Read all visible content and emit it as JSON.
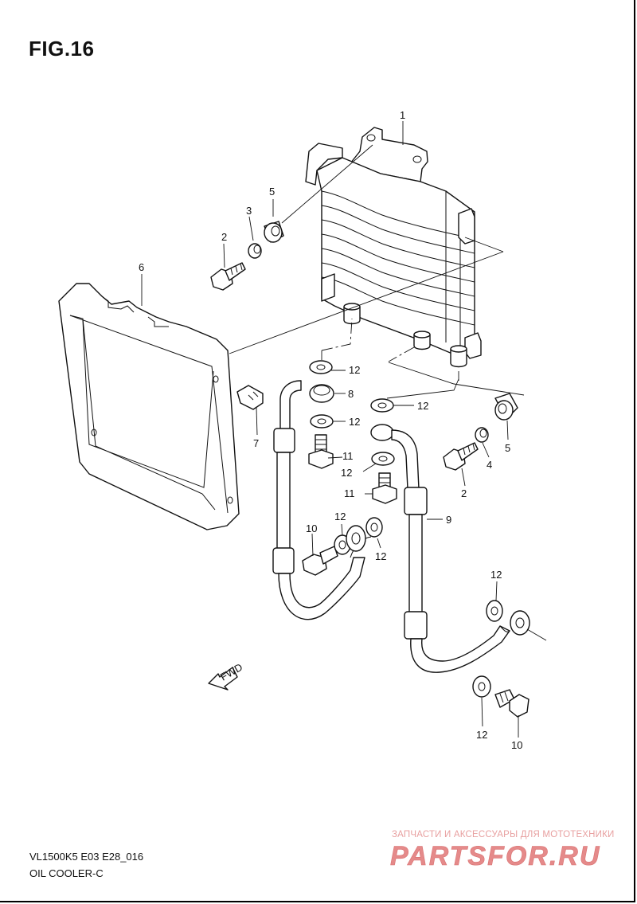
{
  "figure": {
    "title": "FIG.16"
  },
  "diagram": {
    "callouts": {
      "c1": "1",
      "c2a": "2",
      "c3": "3",
      "c5a": "5",
      "c6": "6",
      "c12a": "12",
      "c8": "8",
      "c12b": "12",
      "c12c": "12",
      "c7": "7",
      "c11a": "11",
      "c12d": "12",
      "c11b": "11",
      "c5b": "5",
      "c4": "4",
      "c2b": "2",
      "c9": "9",
      "c10a": "10",
      "c12e": "12",
      "c12f": "12",
      "c12g": "12",
      "c12h": "12",
      "c10b": "10"
    },
    "fwd_label": "FWD"
  },
  "footer": {
    "model_code": "VL1500K5 E03 E28_016",
    "section_name": "OIL COOLER-C"
  },
  "watermark": {
    "caption": "ЗАПЧАСТИ И АКСЕССУАРЫ ДЛЯ МОТОТЕХНИКИ",
    "logo_text": "PARTSFOR.RU",
    "color": "#e58a8a"
  }
}
